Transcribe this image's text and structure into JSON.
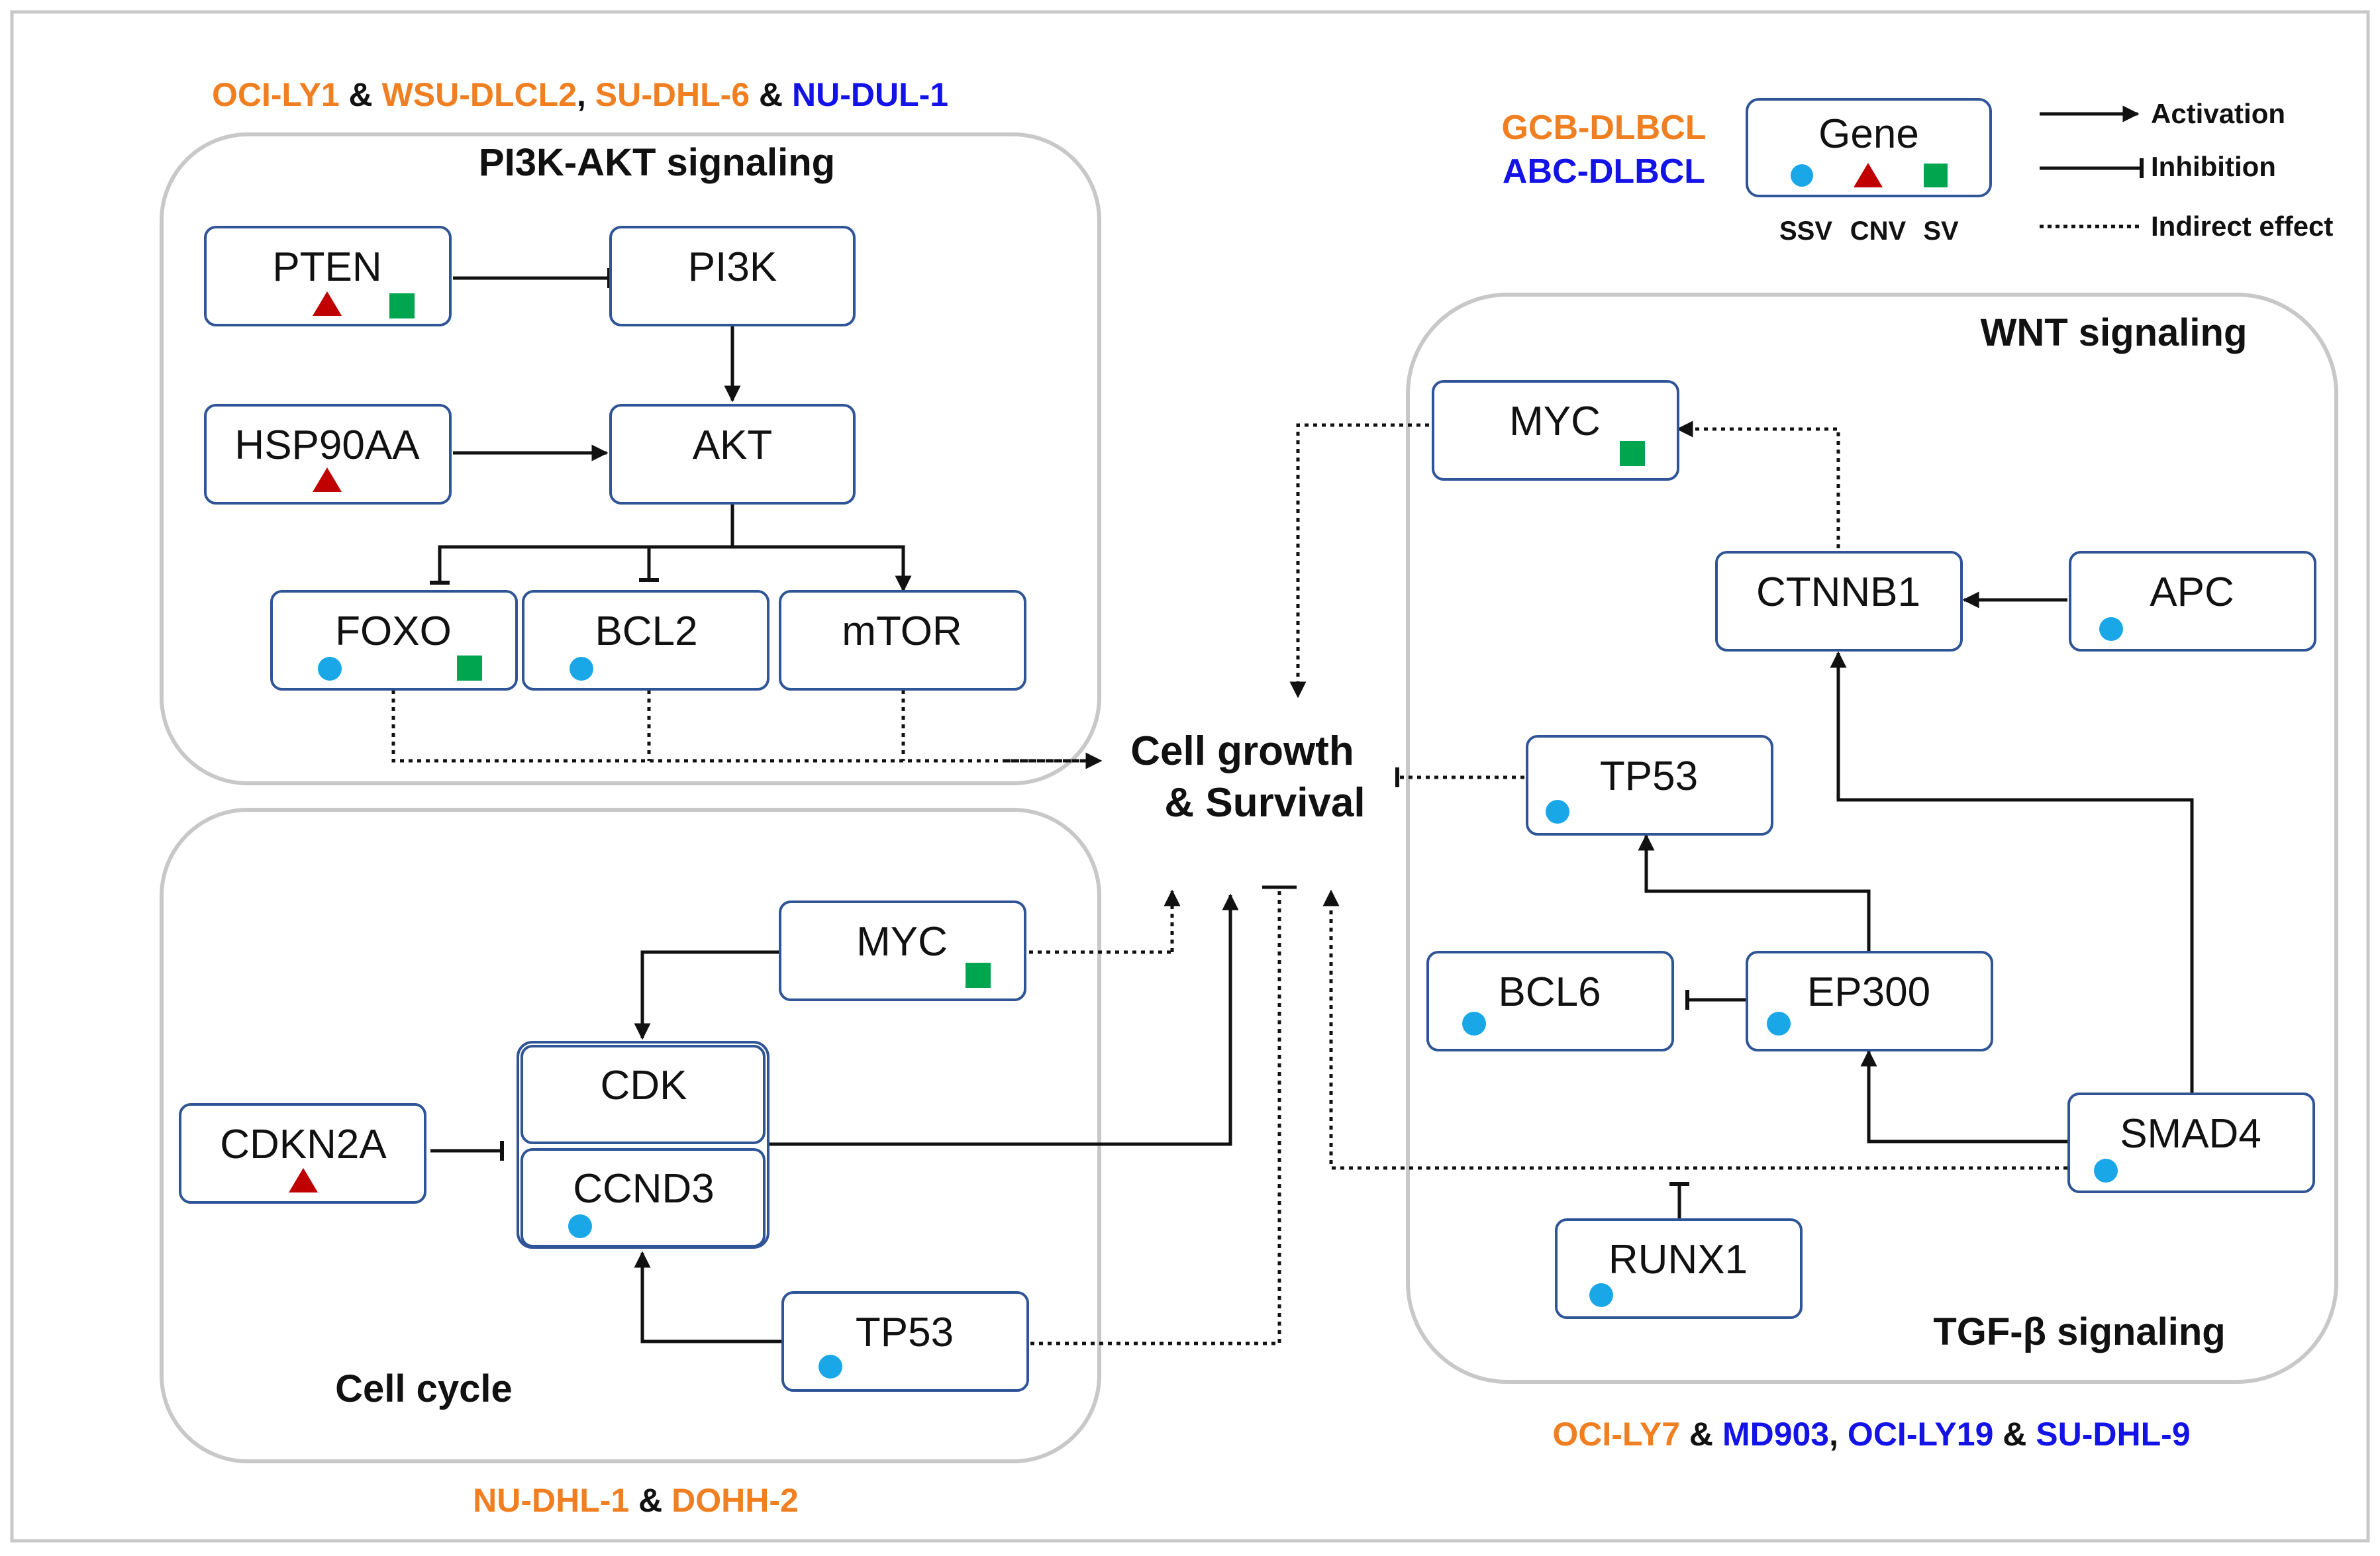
{
  "colors": {
    "gcb": "#f07f21",
    "abc": "#1313e8",
    "black": "#111111",
    "ssv": "#1aa7e8",
    "cnv": "#c00000",
    "sv": "#00a64f",
    "node_border": "#2f5597",
    "region_border": "#c8c8c8"
  },
  "cell_lines": {
    "top_left": {
      "line1": "OCI-LY1",
      "amp1": " & ",
      "line2": "WSU-DLCL2",
      "comma": ", ",
      "line3": "SU-DHL-6",
      "amp2": " & ",
      "line4": "NU-DUL-1"
    },
    "bottom_left": {
      "line1": "NU-DHL-1",
      "amp": " & ",
      "line2": "DOHH-2"
    },
    "bottom_right": {
      "line1": "OCI-LY7",
      "amp1": " & ",
      "line2": "MD903",
      "comma": ", ",
      "line3": "OCI-LY19",
      "amp2": " & ",
      "line4": "SU-DHL-9"
    }
  },
  "legend": {
    "gcb": "GCB-DLBCL",
    "abc": "ABC-DLBCL",
    "gene_label": "Gene",
    "ssv": "SSV",
    "cnv": "CNV",
    "sv": "SV",
    "activation": "Activation",
    "inhibition": "Inhibition",
    "indirect": "Indirect effect"
  },
  "regions": {
    "pi3k": "PI3K-AKT signaling",
    "cell_cycle": "Cell cycle",
    "wnt": "WNT signaling",
    "tgf": "TGF-β signaling"
  },
  "center": {
    "line1": "Cell growth",
    "line2": "& Survival"
  },
  "genes": {
    "pten": "PTEN",
    "pi3k": "PI3K",
    "hsp90aa": "HSP90AA",
    "akt": "AKT",
    "foxo": "FOXO",
    "bcl2": "BCL2",
    "mtor": "mTOR",
    "myc_cc": "MYC",
    "cdk": "CDK",
    "ccnd3": "CCND3",
    "cdkn2a": "CDKN2A",
    "tp53_cc": "TP53",
    "myc_wnt": "MYC",
    "ctnnb1": "CTNNB1",
    "apc": "APC",
    "tp53_wnt": "TP53",
    "bcl6": "BCL6",
    "ep300": "EP300",
    "smad4": "SMAD4",
    "runx1": "RUNX1"
  }
}
